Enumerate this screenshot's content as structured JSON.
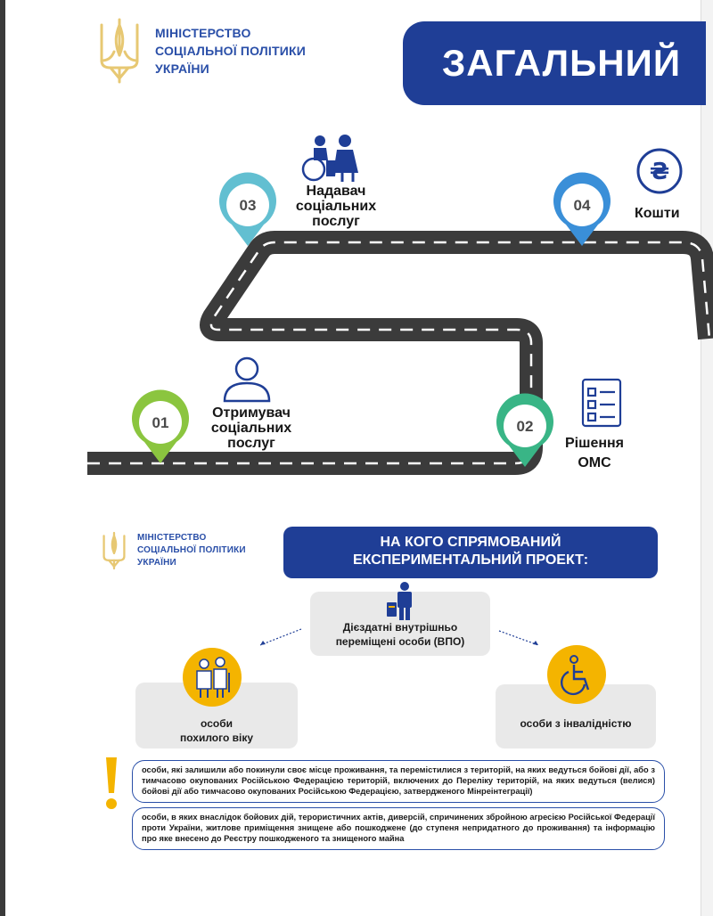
{
  "header": {
    "ministry_lines": [
      "МІНІСТЕРСТВО",
      "СОЦІАЛЬНОЇ ПОЛІТИКИ",
      "УКРАЇНИ"
    ],
    "banner_title": "ЗАГАЛЬНИЙ",
    "brand_color": "#1f3e96"
  },
  "roadmap": {
    "steps": [
      {
        "number": "01",
        "label_lines": [
          "Отримувач",
          "соціальних",
          "послуг"
        ],
        "pin_color": "#8bc53f",
        "icon": "person-icon"
      },
      {
        "number": "02",
        "label_lines": [
          "Рішення",
          "ОМС"
        ],
        "pin_color": "#39b586",
        "icon": "checklist-icon"
      },
      {
        "number": "03",
        "label_lines": [
          "Надавач",
          "соціальних",
          "послуг"
        ],
        "pin_color": "#62bfd1",
        "icon": "caregiver-wheelchair-icon"
      },
      {
        "number": "04",
        "label_lines": [
          "Кошти"
        ],
        "pin_color": "#3a8fd8",
        "icon": "hryvnia-icon"
      }
    ],
    "road_color": "#3b3b3b"
  },
  "section2": {
    "ministry_lines": [
      "МІНІСТЕРСТВО",
      "СОЦІАЛЬНОЇ ПОЛІТИКИ",
      "УКРАЇНИ"
    ],
    "banner_lines": [
      "НА КОГО СПРЯМОВАНИЙ",
      "ЕКСПЕРИМЕНТАЛЬНИЙ ПРОЕКТ:"
    ],
    "target_main": {
      "lines": [
        "Дієздатні внутрішньо",
        "переміщені особи (ВПО)"
      ],
      "icon": "traveler-luggage-icon"
    },
    "target_left": {
      "lines": [
        "особи",
        "похилого віку"
      ],
      "icon": "elderly-couple-icon"
    },
    "target_right": {
      "lines": [
        "особи з інвалідністю"
      ],
      "icon": "wheelchair-icon"
    },
    "accent_color": "#f4b400",
    "notes": [
      "особи, які залишили або покинули своє місце проживання, та перемістилися з територій, на яких ведуться бойові дії, або з тимчасово окупованих Російською Федерацією територій, включених до Переліку територій, на яких ведуться (велися) бойові дії або тимчасово окупованих Російською Федерацією, затвердженого Мінреінтеграції)",
      "особи, в яких внаслідок бойових дій, терористичних актів, диверсій, спричинених збройною агресією Російської Федерації проти України, житлове приміщення знищене або пошкоджене (до ступеня непридатного до проживання) та інформацію про яке внесено до Реєстру пошкодженого та знищеного майна"
    ]
  }
}
